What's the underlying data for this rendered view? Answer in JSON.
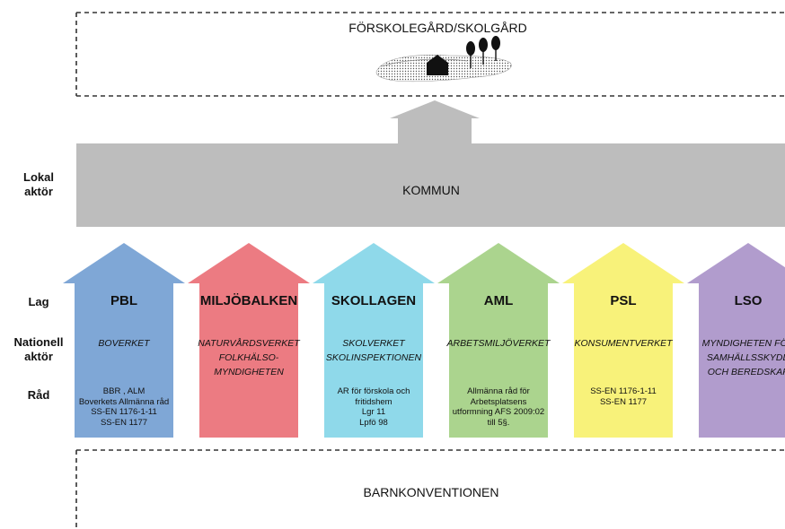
{
  "top_box": {
    "title": "FÖRSKOLEGÅRD/SKOLGÅRD"
  },
  "kommun": {
    "label": "KOMMUN"
  },
  "side_labels": {
    "lokal": [
      "Lokal",
      "aktör"
    ],
    "lag": "Lag",
    "nationell": [
      "Nationell",
      "aktör"
    ],
    "rad": "Råd"
  },
  "columns": [
    {
      "name": "PBL",
      "color": "#7fa7d6",
      "actor": [
        "BOVERKET"
      ],
      "advice": [
        "BBR , ALM",
        "Boverkets Allmänna råd",
        "SS-EN 1176-1-11",
        "SS-EN 1177"
      ]
    },
    {
      "name": "MILJÖBALKEN",
      "color": "#ec7b82",
      "actor": [
        "NATURVÅRDSVERKET",
        "FOLKHÄLSO-",
        "MYNDIGHETEN"
      ],
      "advice": []
    },
    {
      "name": "SKOLLAGEN",
      "color": "#8fd9ea",
      "actor": [
        "SKOLVERKET",
        "SKOLINSPEKTIONEN"
      ],
      "advice": [
        "AR för förskola och",
        "fritidshem",
        "Lgr 11",
        "Lpfö 98"
      ]
    },
    {
      "name": "AML",
      "color": "#abd48e",
      "actor": [
        "ARBETSMILJÖVERKET"
      ],
      "advice": [
        "Allmänna råd för",
        "Arbetsplatsens",
        "utformning AFS 2009:02",
        "till 5§."
      ]
    },
    {
      "name": "PSL",
      "color": "#f8f27a",
      "actor": [
        "KONSUMENTVERKET"
      ],
      "advice": [
        "SS-EN 1176-1-11",
        "SS-EN 1177"
      ]
    },
    {
      "name": "LSO",
      "color": "#b19ccd",
      "actor": [
        "MYNDIGHETEN FÖR",
        "SAMHÄLLSSKYDD",
        "OCH BEREDSKAP"
      ],
      "advice": []
    }
  ],
  "bottom_box": {
    "title": "BARNKONVENTIONEN"
  },
  "colors": {
    "kommun_gray": "#bdbdbd",
    "dash": "#333333"
  }
}
